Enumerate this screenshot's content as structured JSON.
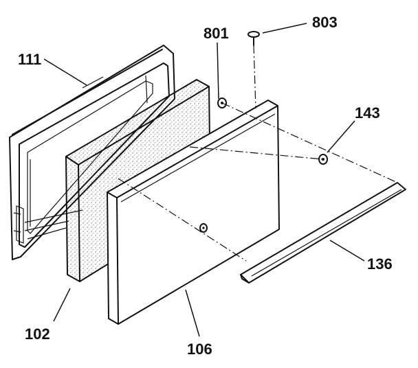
{
  "callouts": {
    "c111": "111",
    "c801": "801",
    "c803": "803",
    "c143": "143",
    "c136": "136",
    "c102": "102",
    "c106": "106"
  },
  "colors": {
    "ink": "#111111",
    "background": "#ffffff"
  }
}
